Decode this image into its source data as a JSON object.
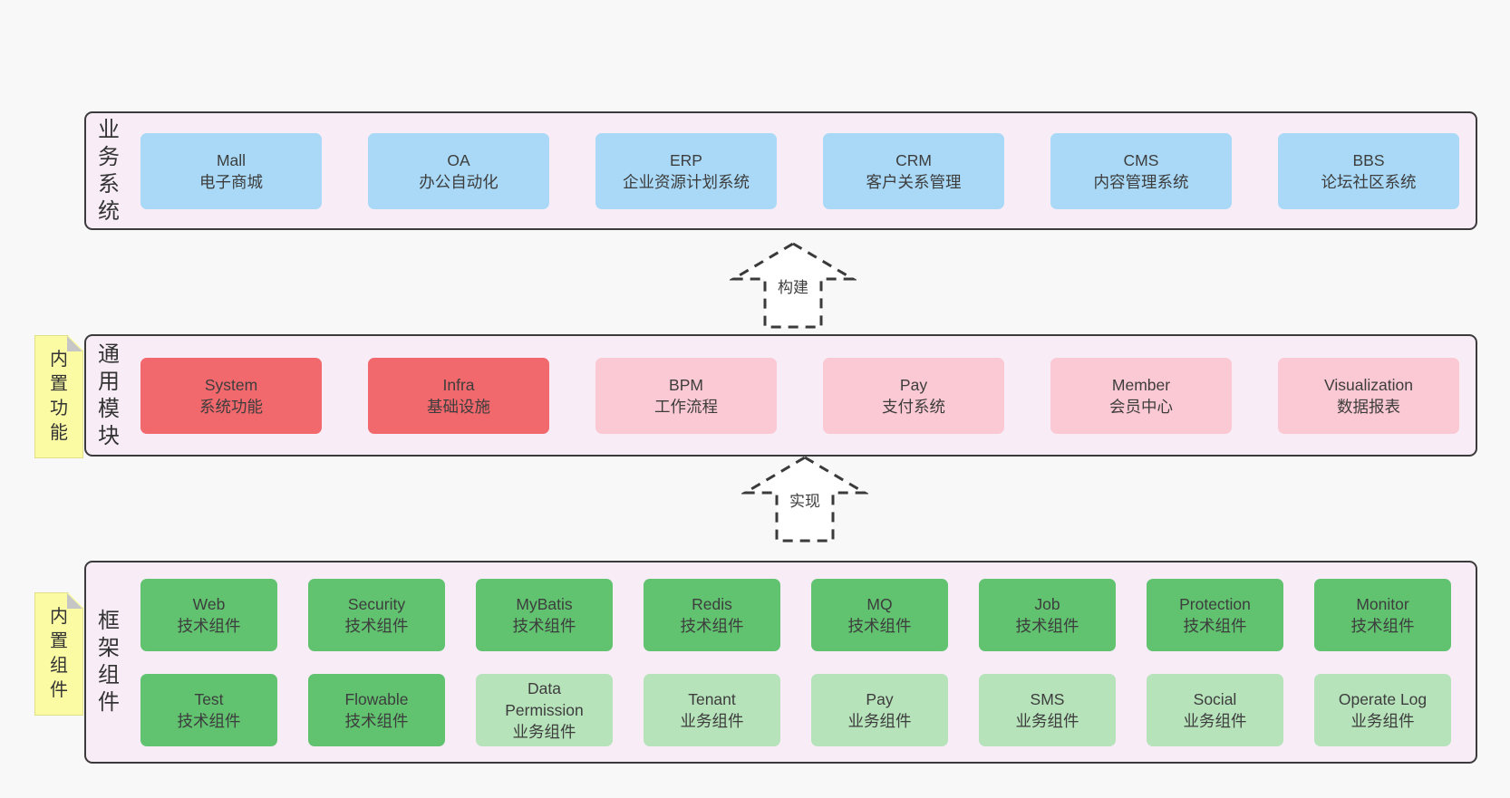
{
  "colors": {
    "page_background": "#f8f8f8",
    "panel_background": "#f8edf7",
    "panel_border": "#3b3b3b",
    "business_box": "#a9d9f7",
    "module_box_highlight": "#f1686d",
    "module_box_normal": "#fbc9d3",
    "component_box_tech": "#61c370",
    "component_box_biz": "#b7e3bb",
    "sticky_note": "#fbfba4",
    "sticky_fold": "#c6c6c6",
    "text": "#3d3d3d"
  },
  "panels": {
    "business": {
      "label": "业务系统",
      "boxes": [
        {
          "name": "Mall",
          "subtitle": "电子商城",
          "variant": "blue"
        },
        {
          "name": "OA",
          "subtitle": "办公自动化",
          "variant": "blue"
        },
        {
          "name": "ERP",
          "subtitle": "企业资源计划系统",
          "variant": "blue"
        },
        {
          "name": "CRM",
          "subtitle": "客户关系管理",
          "variant": "blue"
        },
        {
          "name": "CMS",
          "subtitle": "内容管理系统",
          "variant": "blue"
        },
        {
          "name": "BBS",
          "subtitle": "论坛社区系统",
          "variant": "blue"
        }
      ]
    },
    "modules": {
      "label": "通用模块",
      "sticky": "内置功能",
      "boxes": [
        {
          "name": "System",
          "subtitle": "系统功能",
          "variant": "red"
        },
        {
          "name": "Infra",
          "subtitle": "基础设施",
          "variant": "red"
        },
        {
          "name": "BPM",
          "subtitle": "工作流程",
          "variant": "pink"
        },
        {
          "name": "Pay",
          "subtitle": "支付系统",
          "variant": "pink"
        },
        {
          "name": "Member",
          "subtitle": "会员中心",
          "variant": "pink"
        },
        {
          "name": "Visualization",
          "subtitle": "数据报表",
          "variant": "pink"
        }
      ]
    },
    "components": {
      "label": "框架组件",
      "sticky": "内置组件",
      "rows": [
        [
          {
            "name": "Web",
            "subtitle": "技术组件",
            "variant": "green-dark"
          },
          {
            "name": "Security",
            "subtitle": "技术组件",
            "variant": "green-dark"
          },
          {
            "name": "MyBatis",
            "subtitle": "技术组件",
            "variant": "green-dark"
          },
          {
            "name": "Redis",
            "subtitle": "技术组件",
            "variant": "green-dark"
          },
          {
            "name": "MQ",
            "subtitle": "技术组件",
            "variant": "green-dark"
          },
          {
            "name": "Job",
            "subtitle": "技术组件",
            "variant": "green-dark"
          },
          {
            "name": "Protection",
            "subtitle": "技术组件",
            "variant": "green-dark"
          },
          {
            "name": "Monitor",
            "subtitle": "技术组件",
            "variant": "green-dark"
          }
        ],
        [
          {
            "name": "Test",
            "subtitle": "技术组件",
            "variant": "green-dark"
          },
          {
            "name": "Flowable",
            "subtitle": "技术组件",
            "variant": "green-dark"
          },
          {
            "name": "Data Permission",
            "subtitle": "业务组件",
            "variant": "green-light"
          },
          {
            "name": "Tenant",
            "subtitle": "业务组件",
            "variant": "green-light"
          },
          {
            "name": "Pay",
            "subtitle": "业务组件",
            "variant": "green-light"
          },
          {
            "name": "SMS",
            "subtitle": "业务组件",
            "variant": "green-light"
          },
          {
            "name": "Social",
            "subtitle": "业务组件",
            "variant": "green-light"
          },
          {
            "name": "Operate Log",
            "subtitle": "业务组件",
            "variant": "green-light"
          }
        ]
      ]
    }
  },
  "arrows": [
    {
      "label": "构建"
    },
    {
      "label": "实现"
    }
  ]
}
